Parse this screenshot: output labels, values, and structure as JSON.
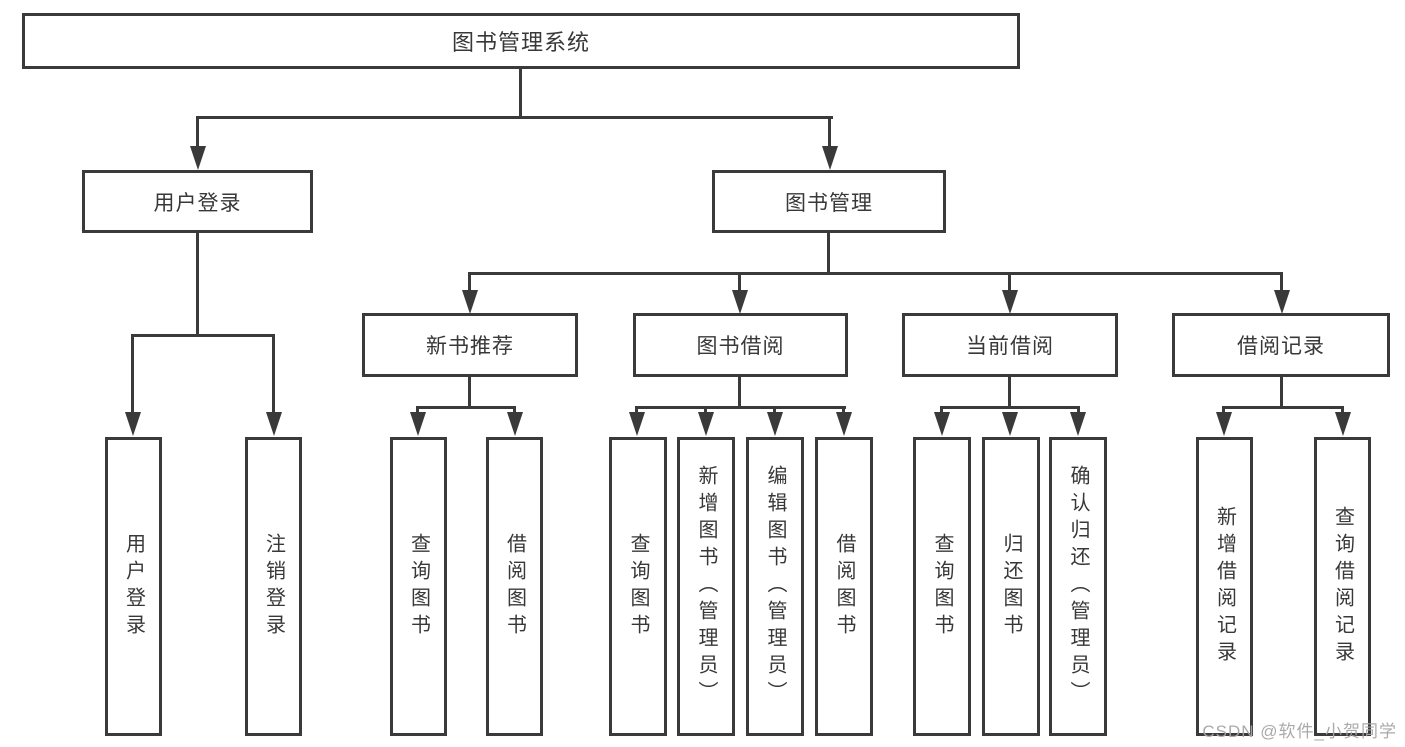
{
  "diagram": {
    "title": "图书管理系统",
    "watermark": "CSDN @软件_小贺同学",
    "colors": {
      "line": "#3a3a3a",
      "text": "#383838",
      "background": "#ffffff",
      "watermark": "#a5a5a5"
    },
    "nodes": {
      "root": "图书管理系统",
      "level2": [
        "用户登录",
        "图书管理"
      ],
      "level3": [
        "新书推荐",
        "图书借阅",
        "当前借阅",
        "借阅记录"
      ],
      "level4": {
        "user_login_children": [
          "用户登录",
          "注销登录"
        ],
        "new_book_children": [
          "查询图书",
          "借阅图书"
        ],
        "borrow_children": [
          "查询图书",
          "新增图书（管理员）",
          "编辑图书（管理员）",
          "借阅图书"
        ],
        "current_children": [
          "查询图书",
          "归还图书",
          "确认归还（管理员）"
        ],
        "record_children": [
          "新增借阅记录",
          "查询借阅记录"
        ]
      }
    }
  }
}
